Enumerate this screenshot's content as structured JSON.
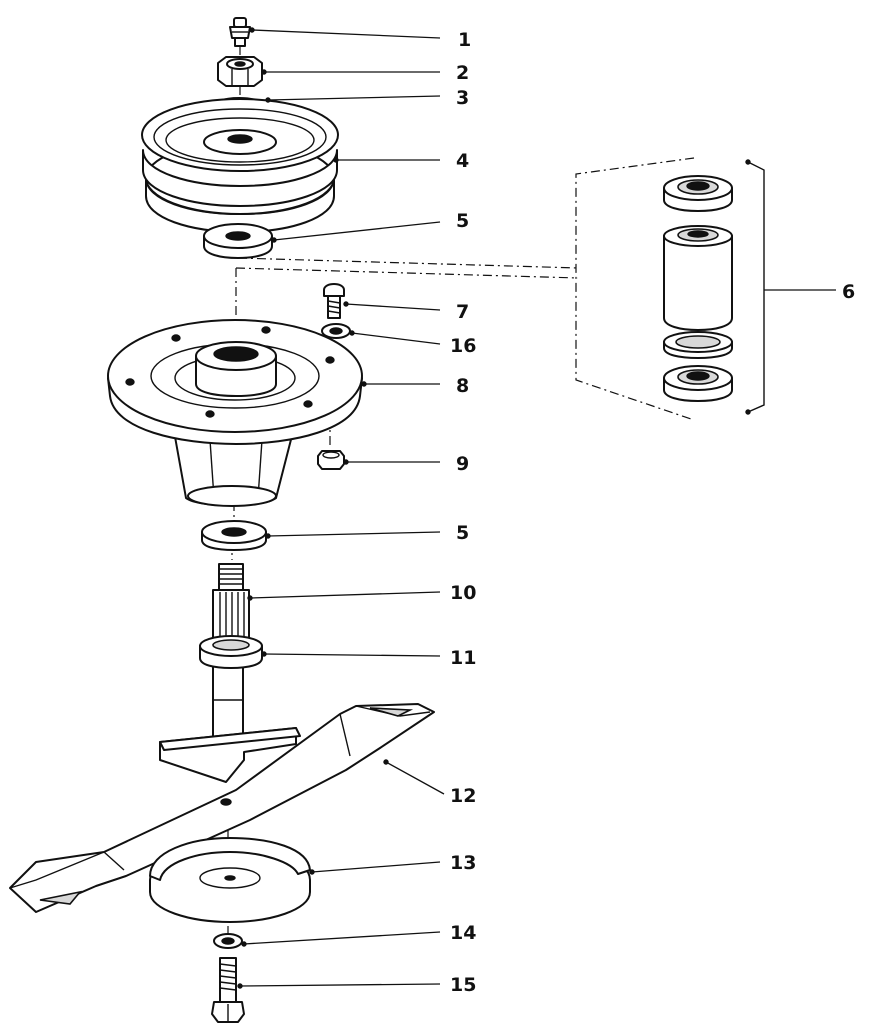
{
  "figure": {
    "accent_color": "#111111",
    "background_color": "#ffffff",
    "callouts": [
      {
        "id": "c1",
        "label": "1"
      },
      {
        "id": "c2",
        "label": "2"
      },
      {
        "id": "c3",
        "label": "3"
      },
      {
        "id": "c4",
        "label": "4"
      },
      {
        "id": "c5a",
        "label": "5"
      },
      {
        "id": "c6",
        "label": "6"
      },
      {
        "id": "c7",
        "label": "7"
      },
      {
        "id": "c16",
        "label": "16"
      },
      {
        "id": "c8",
        "label": "8"
      },
      {
        "id": "c9",
        "label": "9"
      },
      {
        "id": "c5b",
        "label": "5"
      },
      {
        "id": "c10",
        "label": "10"
      },
      {
        "id": "c11",
        "label": "11"
      },
      {
        "id": "c12",
        "label": "12"
      },
      {
        "id": "c13",
        "label": "13"
      },
      {
        "id": "c14",
        "label": "14"
      },
      {
        "id": "c15",
        "label": "15"
      }
    ]
  }
}
